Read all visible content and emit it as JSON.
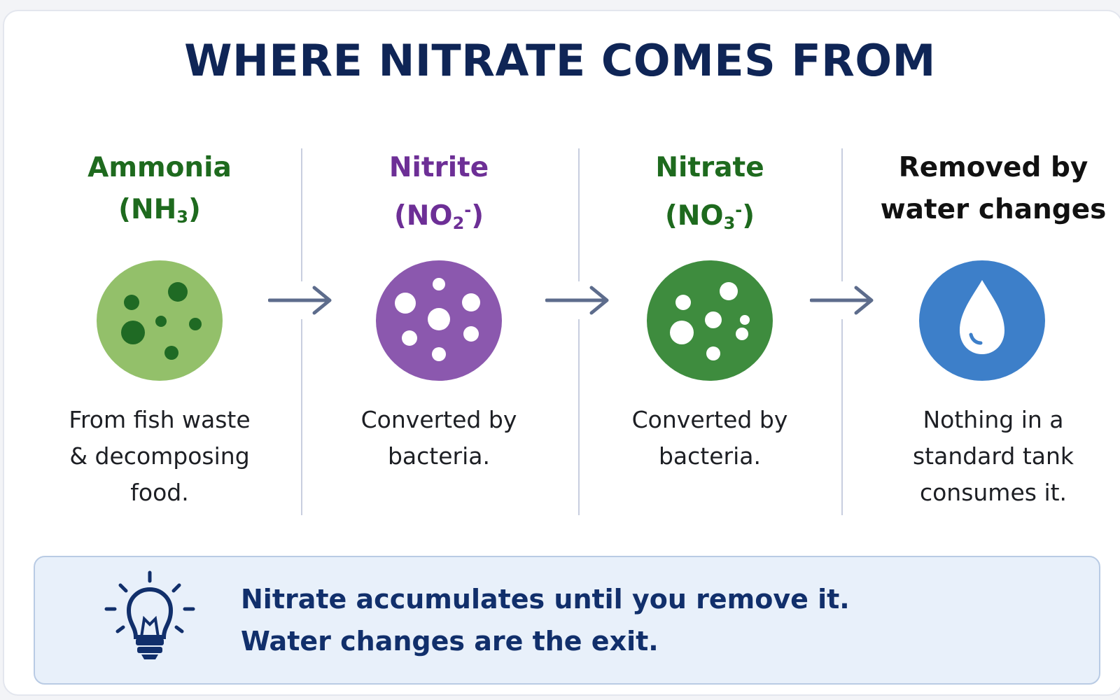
{
  "title": "WHERE NITRATE COMES FROM",
  "stages": [
    {
      "name": "Ammonia",
      "formula_base": "NH",
      "formula_sub": "3",
      "formula_sup": "",
      "description": [
        "From fish waste",
        "& decomposing",
        "food."
      ],
      "color": "#1e6a1e",
      "circle_color": "#93c06a",
      "icon": "ammonia-particles-icon"
    },
    {
      "name": "Nitrite",
      "formula_base": "NO",
      "formula_sub": "2",
      "formula_sup": "-",
      "description": [
        "Converted by",
        "bacteria."
      ],
      "color": "#6d2f96",
      "circle_color": "#8b58ae",
      "icon": "nitrite-particles-icon"
    },
    {
      "name": "Nitrate",
      "formula_base": "NO",
      "formula_sub": "3",
      "formula_sup": "-",
      "description": [
        "Converted by",
        "bacteria."
      ],
      "color": "#1e6a1e",
      "circle_color": "#3e8c3e",
      "icon": "nitrate-particles-icon"
    },
    {
      "name": "Removed by",
      "name_line2": "water changes",
      "description": [
        "Nothing in a",
        "standard tank",
        "consumes it."
      ],
      "color": "#111111",
      "circle_color": "#3d7fc9",
      "icon": "water-drop-icon"
    }
  ],
  "banner": {
    "lines": [
      "Nitrate accumulates until you remove it.",
      "Water changes are the exit."
    ],
    "icon": "lightbulb-icon",
    "color": "#112f6b"
  }
}
